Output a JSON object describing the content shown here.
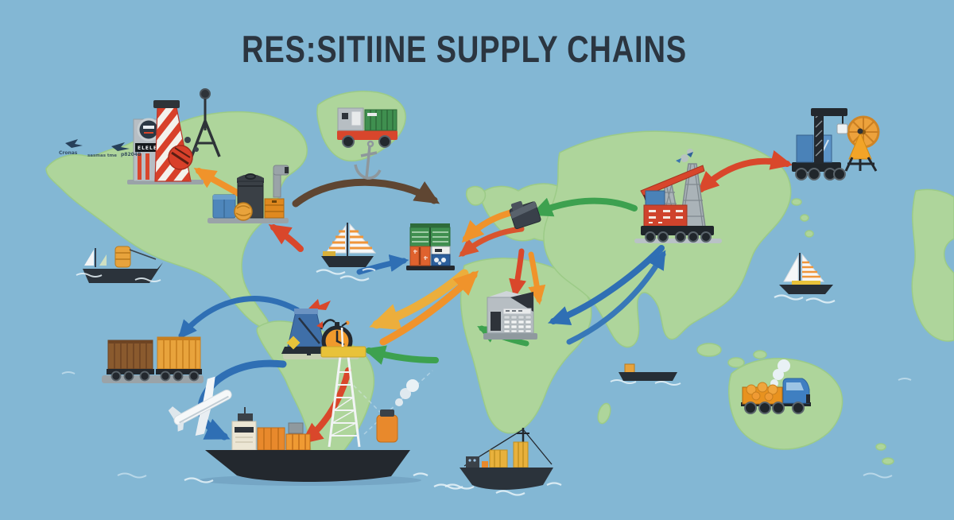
{
  "title": {
    "text": "RES:SITIINE SUPPLY CHAINS"
  },
  "colors": {
    "ocean": "#83b7d4",
    "land": "#aed59b",
    "land_shade": "#9ccb87",
    "title_text": "#2b3540",
    "arrow_orange": "#f0932b",
    "arrow_gold": "#ecae3c",
    "arrow_red": "#d9472b",
    "arrow_red_orange": "#d9542e",
    "arrow_green": "#3da14f",
    "arrow_blue": "#2f6fb4",
    "arrow_brown": "#5f4632"
  },
  "illegible_labels": {
    "left_1": "Cronas",
    "left_2": "sasmas tme",
    "left_3": "p8204B",
    "factory_band": "ELELEIS"
  },
  "map": {
    "regions": [
      "north-america",
      "greenland",
      "south-america",
      "europe",
      "british-isles",
      "africa",
      "asia",
      "southeast-asia-islands",
      "australia",
      "new-zealand",
      "madagascar",
      "japan",
      "east-edge-landmass"
    ]
  },
  "icons": [
    "striped-chimney-factory",
    "gauge-dial",
    "street-lamp",
    "cargo-plane-small",
    "storage-depot",
    "blue-container",
    "waste-bin",
    "orange-crate",
    "rope-coil",
    "periscope-pipe",
    "sailboat-west",
    "greenland-truck",
    "anchor-hook",
    "machine-hub",
    "loudspeaker-europe",
    "crane-yard",
    "red-railcar",
    "lattice-tower",
    "port-truck-crane",
    "ferris-wheel",
    "surveyor-tripod",
    "calculator-hub",
    "cooling-tower",
    "stopwatch-clock",
    "red-pennant",
    "freight-train",
    "white-airplane",
    "container-ship",
    "derrick-tower",
    "smoking-machine",
    "cargo-ship-south",
    "dump-truck",
    "sailboat-east",
    "bulk-ship-west",
    "barge",
    "smoke-puffs",
    "blue-birds"
  ],
  "arrows": [
    {
      "color": "orange",
      "from": "storage-depot",
      "to": "factory"
    },
    {
      "color": "red",
      "from": "south",
      "to": "storage-depot"
    },
    {
      "color": "brown",
      "from": "storage-depot",
      "to": "machine-hub"
    },
    {
      "color": "green",
      "from": "crane-yard",
      "to": "loudspeaker-europe"
    },
    {
      "color": "red",
      "from": "crane-yard",
      "to": "port-truck-crane",
      "double_headed": true
    },
    {
      "color": "blue",
      "from": "crane-yard",
      "to": "calculator-hub"
    },
    {
      "color": "blue",
      "from": "calculator-hub",
      "to": "crane-yard"
    },
    {
      "color": "blue",
      "from": "cooling-tower",
      "to": "freight-train"
    },
    {
      "color": "blue",
      "from": "white-airplane",
      "to": "container-ship"
    },
    {
      "color": "red",
      "from": "stopwatch-clock",
      "to": "container-ship"
    },
    {
      "color": "gold",
      "from": "machine-hub",
      "to": "stopwatch-clock"
    },
    {
      "color": "orange",
      "from": "stopwatch-clock",
      "to": "machine-hub"
    },
    {
      "color": "green",
      "from": "east",
      "to": "stopwatch-clock"
    },
    {
      "color": "green",
      "from": "calculator-hub",
      "to": "west"
    },
    {
      "color": "red",
      "from": "europe",
      "to": "calculator-hub"
    },
    {
      "color": "orange",
      "from": "europe",
      "to": "calculator-hub"
    },
    {
      "color": "red-orange",
      "from": "europe",
      "to": "machine-hub"
    },
    {
      "color": "orange",
      "from": "europe",
      "to": "machine-hub"
    },
    {
      "color": "blue",
      "from": "sailboat-west",
      "to": "machine-hub"
    }
  ]
}
